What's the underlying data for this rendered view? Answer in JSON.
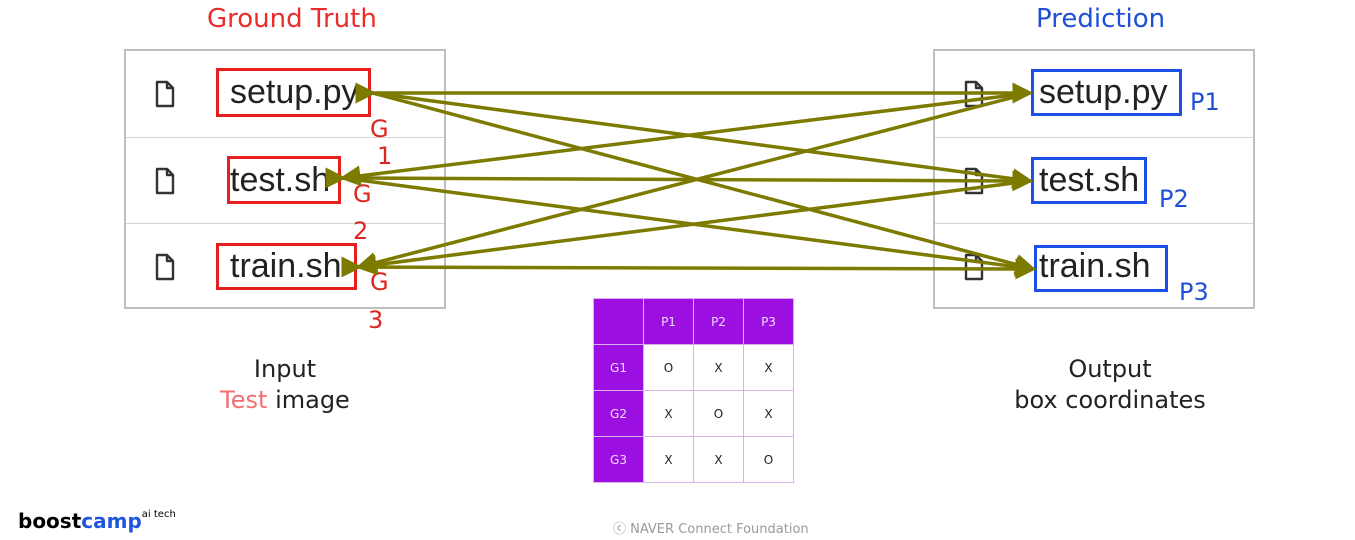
{
  "titles": {
    "ground_truth": "Ground Truth",
    "prediction": "Prediction"
  },
  "ground_truth_files": [
    {
      "name": "setup.py",
      "label": "G",
      "index": "1"
    },
    {
      "name": "test.sh",
      "label": "G",
      "index": "2"
    },
    {
      "name": "train.sh",
      "label": "G",
      "index": "3"
    }
  ],
  "prediction_files": [
    {
      "name": "setup.py",
      "label": "P1"
    },
    {
      "name": "test.sh",
      "label": "P2"
    },
    {
      "name": "train.sh",
      "label": "P3"
    }
  ],
  "captions": {
    "input_line1": "Input",
    "input_accent": "Test",
    "input_rest": " image",
    "output_line1": "Output",
    "output_line2": "box coordinates"
  },
  "match_table": {
    "columns": [
      "",
      "P1",
      "P2",
      "P3"
    ],
    "rows": [
      {
        "label": "G1",
        "cells": [
          "O",
          "X",
          "X"
        ]
      },
      {
        "label": "G2",
        "cells": [
          "X",
          "O",
          "X"
        ]
      },
      {
        "label": "G3",
        "cells": [
          "X",
          "X",
          "O"
        ]
      }
    ]
  },
  "footer": {
    "brand_main": "boost",
    "brand_accent": "camp",
    "brand_sup": "ai tech",
    "copyright": "ⓒ  NAVER Connect Foundation"
  },
  "colors": {
    "ground_truth": "#ee2b2b",
    "prediction": "#1f4fd6",
    "arrow": "#7d7a00",
    "table_header": "#9b0fe0"
  }
}
